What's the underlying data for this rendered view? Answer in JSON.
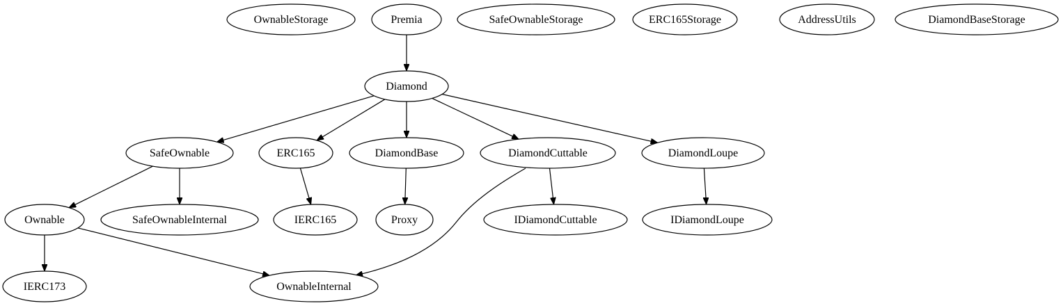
{
  "diagram": {
    "type": "directed-graph",
    "colors": {
      "background": "#ffffff",
      "stroke": "#000000",
      "text": "#000000"
    },
    "nodes": [
      {
        "id": "ownablestorage",
        "label": "OwnableStorage"
      },
      {
        "id": "premia",
        "label": "Premia"
      },
      {
        "id": "safeownablestorage",
        "label": "SafeOwnableStorage"
      },
      {
        "id": "erc165storage",
        "label": "ERC165Storage"
      },
      {
        "id": "addressutils",
        "label": "AddressUtils"
      },
      {
        "id": "diamondbasestorage",
        "label": "DiamondBaseStorage"
      },
      {
        "id": "diamond",
        "label": "Diamond"
      },
      {
        "id": "safeownable",
        "label": "SafeOwnable"
      },
      {
        "id": "erc165",
        "label": "ERC165"
      },
      {
        "id": "diamondbase",
        "label": "DiamondBase"
      },
      {
        "id": "diamondcuttable",
        "label": "DiamondCuttable"
      },
      {
        "id": "diamondloupe",
        "label": "DiamondLoupe"
      },
      {
        "id": "ownable",
        "label": "Ownable"
      },
      {
        "id": "safeownableinternal",
        "label": "SafeOwnableInternal"
      },
      {
        "id": "ierc165",
        "label": "IERC165"
      },
      {
        "id": "proxy",
        "label": "Proxy"
      },
      {
        "id": "idiamondcuttable",
        "label": "IDiamondCuttable"
      },
      {
        "id": "idiamondloupe",
        "label": "IDiamondLoupe"
      },
      {
        "id": "ierc173",
        "label": "IERC173"
      },
      {
        "id": "ownableinternal",
        "label": "OwnableInternal"
      }
    ],
    "edges": [
      {
        "from": "premia",
        "to": "diamond"
      },
      {
        "from": "diamond",
        "to": "safeownable"
      },
      {
        "from": "diamond",
        "to": "erc165"
      },
      {
        "from": "diamond",
        "to": "diamondbase"
      },
      {
        "from": "diamond",
        "to": "diamondcuttable"
      },
      {
        "from": "diamond",
        "to": "diamondloupe"
      },
      {
        "from": "safeownable",
        "to": "ownable"
      },
      {
        "from": "safeownable",
        "to": "safeownableinternal"
      },
      {
        "from": "erc165",
        "to": "ierc165"
      },
      {
        "from": "diamondbase",
        "to": "proxy"
      },
      {
        "from": "diamondcuttable",
        "to": "idiamondcuttable"
      },
      {
        "from": "diamondcuttable",
        "to": "ownableinternal"
      },
      {
        "from": "diamondloupe",
        "to": "idiamondloupe"
      },
      {
        "from": "ownable",
        "to": "ierc173"
      },
      {
        "from": "ownable",
        "to": "ownableinternal"
      }
    ]
  }
}
